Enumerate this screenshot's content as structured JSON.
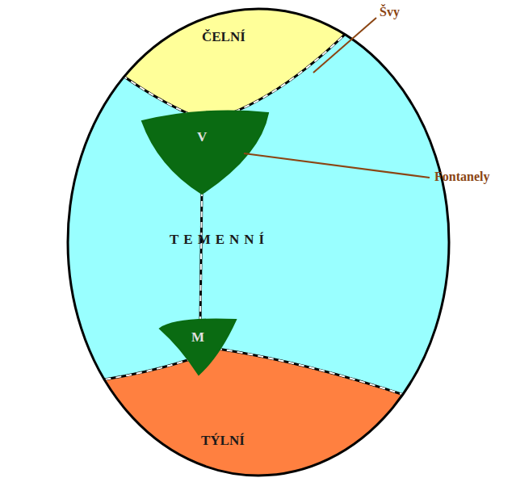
{
  "diagram": {
    "nodes": [
      {
        "text": [
          "ČELNÍ"
        ]
      },
      {
        "text": [
          "V"
        ]
      },
      {
        "text": [
          "TEMENNÍ"
        ]
      },
      {
        "text": [
          "M"
        ]
      },
      {
        "text": [
          "TÝLNÍ"
        ]
      }
    ],
    "labels": [
      "Švy",
      "Fontanely"
    ]
  }
}
